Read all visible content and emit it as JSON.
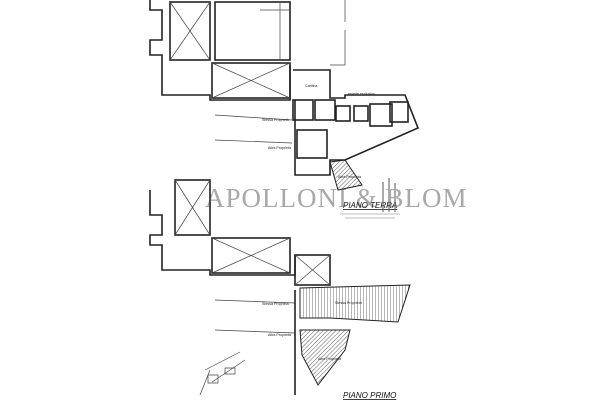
{
  "plan": {
    "watermark": "APOLLONI & BLOM",
    "floors": {
      "ground": "PIANO TERRA",
      "first": "PIANO PRIMO"
    },
    "labels": {
      "cantina": "Cantina",
      "resede": "resede esclusivo",
      "stessa_1": "Stessa Proprietà",
      "altra_1": "Altra Proprietà",
      "altra_stairs_1": "Altra Proprietà",
      "stessa_2": "Stessa Proprietà",
      "stessa_3": "Stessa Proprietà",
      "altra_2": "Altra Proprietà",
      "altra_stairs_2": "Altra Proprietà"
    }
  }
}
